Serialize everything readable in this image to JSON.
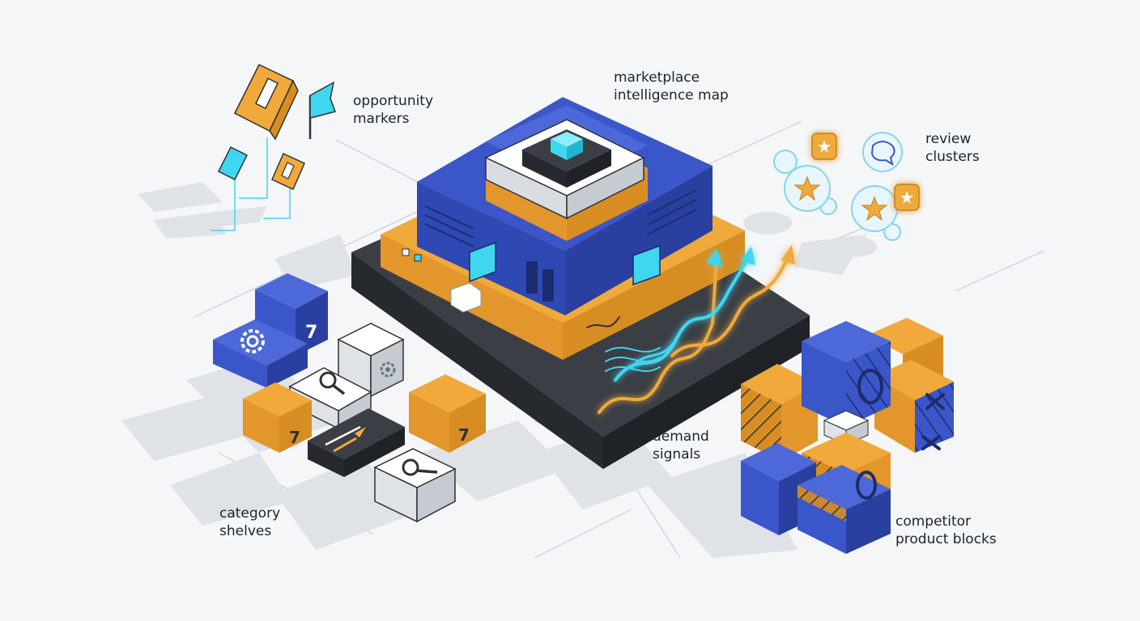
{
  "labels": {
    "map": [
      "marketplace",
      "intelligence map"
    ],
    "opportunity": [
      "opportunity",
      "markers"
    ],
    "reviews": [
      "review",
      "clusters"
    ],
    "demand": [
      "demand",
      "signals"
    ],
    "category": [
      "category",
      "shelves"
    ],
    "competitor": [
      "competitor",
      "product blocks"
    ]
  },
  "icons": [
    "gear-icon",
    "magnifier-icon",
    "arrow-icon",
    "flag-icon",
    "star-icon",
    "chat-bubble-icon",
    "trend-arrow-icon"
  ],
  "colors": {
    "blue": "#3a56c9",
    "blue_dark": "#2a40a0",
    "orange": "#f0a93a",
    "orange_dark": "#d88d22",
    "charcoal": "#2f3236",
    "cyan": "#3fd6f0",
    "background": "#f4f6f8"
  }
}
